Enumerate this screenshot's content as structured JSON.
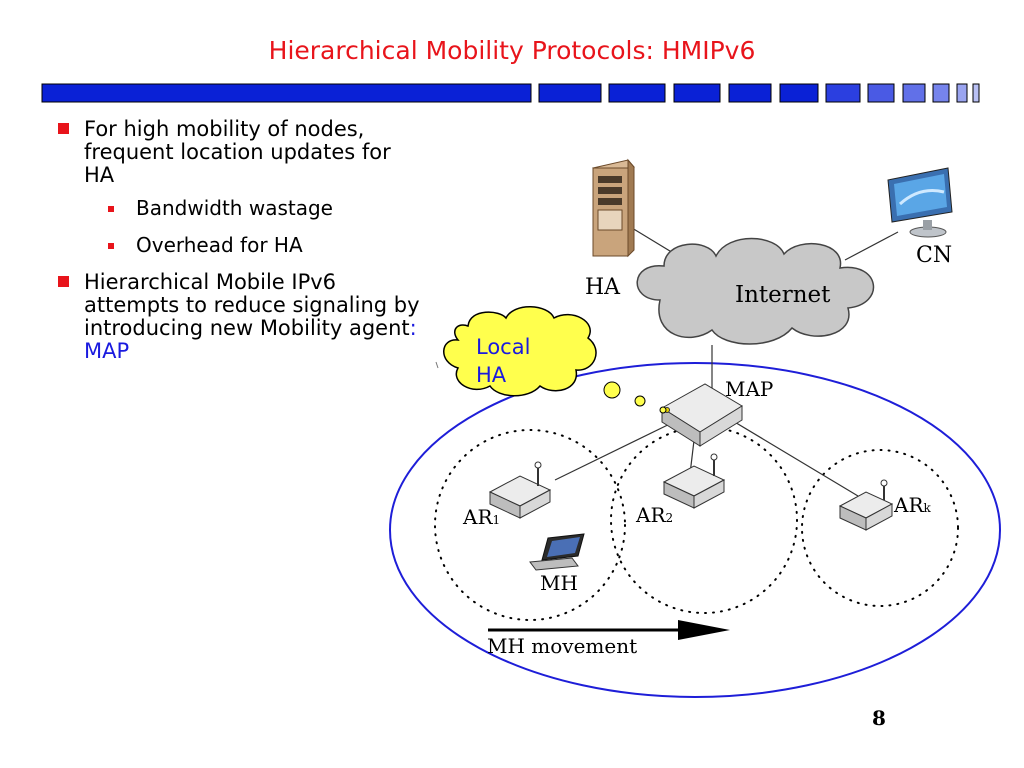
{
  "slide": {
    "title": "Hierarchical Mobility Protocols: HMIPv6",
    "page_number": "8"
  },
  "bullets": [
    {
      "text": "For high mobility of nodes, frequent location updates for HA"
    },
    {
      "text": "Hierarchical Mobile IPv6 attempts to reduce signaling by introducing new Mobility agent",
      "highlight": ": MAP"
    }
  ],
  "sub_bullets": [
    "Bandwidth wastage",
    "Overhead for HA"
  ],
  "diagram": {
    "ha": "HA",
    "cn": "CN",
    "internet": "Internet",
    "map": "MAP",
    "callout_line1": "Local",
    "callout_line2": "HA",
    "ar1_main": "AR",
    "ar1_sub": "1",
    "ar2_main": "AR",
    "ar2_sub": "2",
    "ark_main": "AR",
    "ark_sub": "k",
    "mh": "MH",
    "movement": "MH movement"
  },
  "colors": {
    "title": "#e8141b",
    "bullet_marker": "#e8141b",
    "highlight": "#1a1adf",
    "rule_blue": "#0a21d6",
    "callout_fill": "#ffff4d",
    "domain_ellipse": "#1e1ed8",
    "cloud_fill": "#c8c8c8"
  }
}
